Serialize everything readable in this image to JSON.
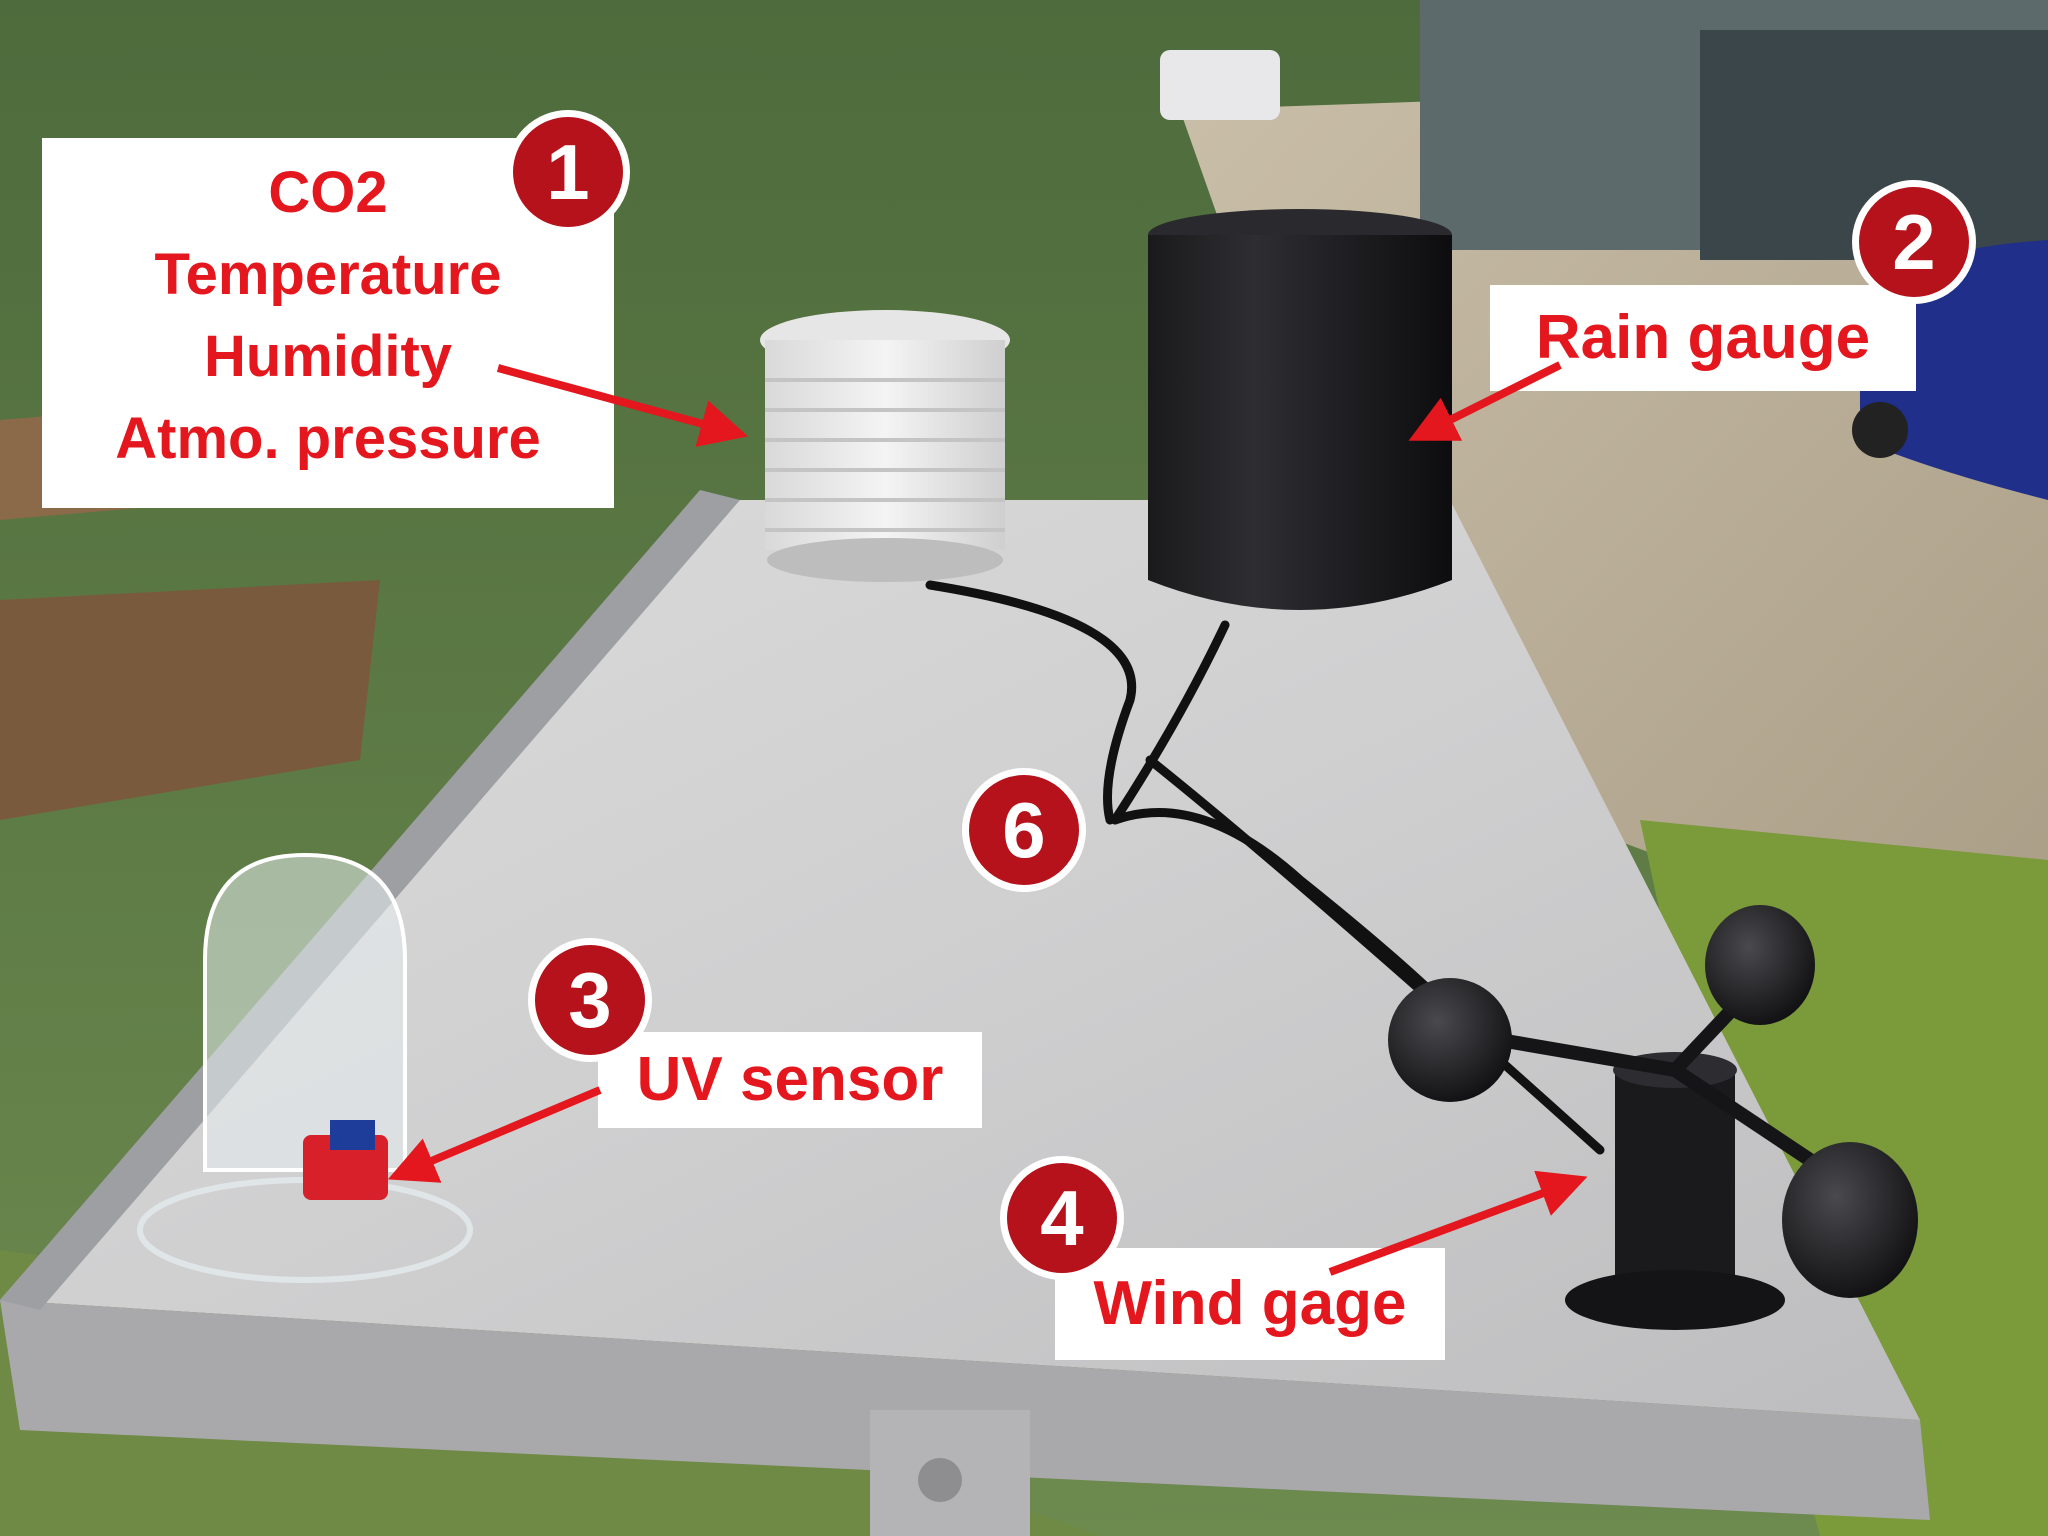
{
  "labels": {
    "sensor_box": {
      "number": "1",
      "lines": [
        "CO2",
        "Temperature",
        "Humidity",
        "Atmo. pressure"
      ]
    },
    "rain_gauge": {
      "number": "2",
      "text": "Rain gauge"
    },
    "uv_sensor": {
      "number": "3",
      "text": "UV sensor"
    },
    "wind_gage": {
      "number": "4",
      "text": "Wind gage"
    },
    "cable_hub": {
      "number": "6"
    }
  },
  "colors": {
    "label_text": "#e3171d",
    "badge_fill": "#b5121b",
    "arrow": "#e3171d",
    "label_background": "#ffffff"
  }
}
